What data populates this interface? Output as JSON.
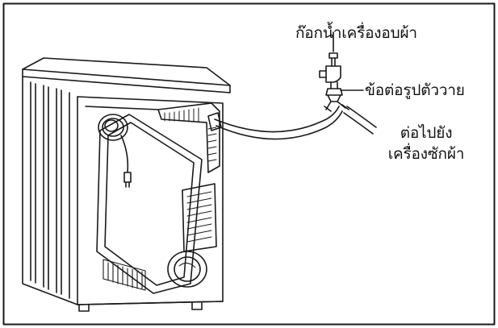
{
  "labels": {
    "faucet": "ก๊อกน้ำเครื่องอบผ้า",
    "y_connector": "ข้อต่อรูปตัววาย",
    "to_washer_line1": "ต่อไปยัง",
    "to_washer_line2": "เครื่องซักผ้า"
  },
  "colors": {
    "line": "#1a1a1a",
    "background": "#ffffff"
  }
}
